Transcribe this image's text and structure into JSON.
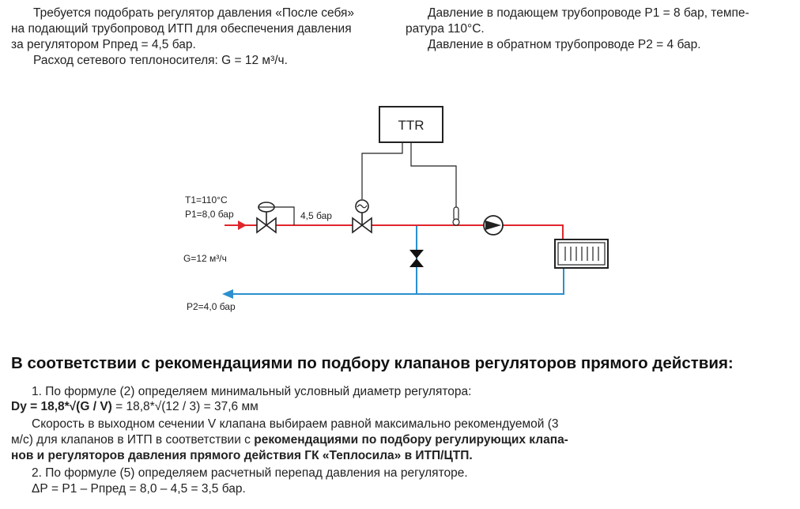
{
  "colors": {
    "supply": "#e0262b",
    "return": "#2b8fd0",
    "line": "#222222"
  },
  "intro_left": {
    "line1": "Требуется подобрать регулятор давления «После себя»",
    "line2": "на подающий трубопровод ИТП для обеспечения давления",
    "line3": "за регулятором Рпред = 4,5 бар.",
    "line4": "Расход сетевого теплоносителя:  G = 12 м³/ч."
  },
  "intro_right": {
    "line1": "Давление в подающем трубопроводе Р1 = 8 бар, темпе-",
    "line2": "ратура 110°С.",
    "line3": "Давление в обратном трубопроводе Р2 = 4 бар."
  },
  "diagram": {
    "controller_label": "TTR",
    "t1_label": "T1=110°C",
    "p1_label": "P1=8,0 бар",
    "after_pressure_label": "4,5 бар",
    "flow_label": "G=12 м³/ч",
    "p2_label": "P2=4,0 бар"
  },
  "heading": "В соответствии с рекомендациями по подбору клапанов регуляторов прямого действия:",
  "body": {
    "step1": "1. По формуле (2) определяем минимальный условный диаметр регулятора:",
    "formula_bold": "Dy = 18,8*√(G / V)",
    "formula_rest": " = 18,8*√(12 / 3) = 37,6 мм",
    "speed_line1": "Скорость в выходном сечении V клапана выбираем равной максимально рекомендуемой (3",
    "speed_line2_plain": "м/с) для клапанов в ИТП в соответствии с ",
    "speed_line2_bold": "рекомендациями по подбору регулирующих клапа-",
    "speed_line3_bold": "нов и регуляторов давления прямого действия ГК «Теплосила» в ИТП/ЦТП.",
    "step2": "2. По формуле (5) определяем расчетный перепад давления на регуляторе.",
    "result": "ΔР = Р1 – Рпред = 8,0 – 4,5 = 3,5 бар."
  }
}
